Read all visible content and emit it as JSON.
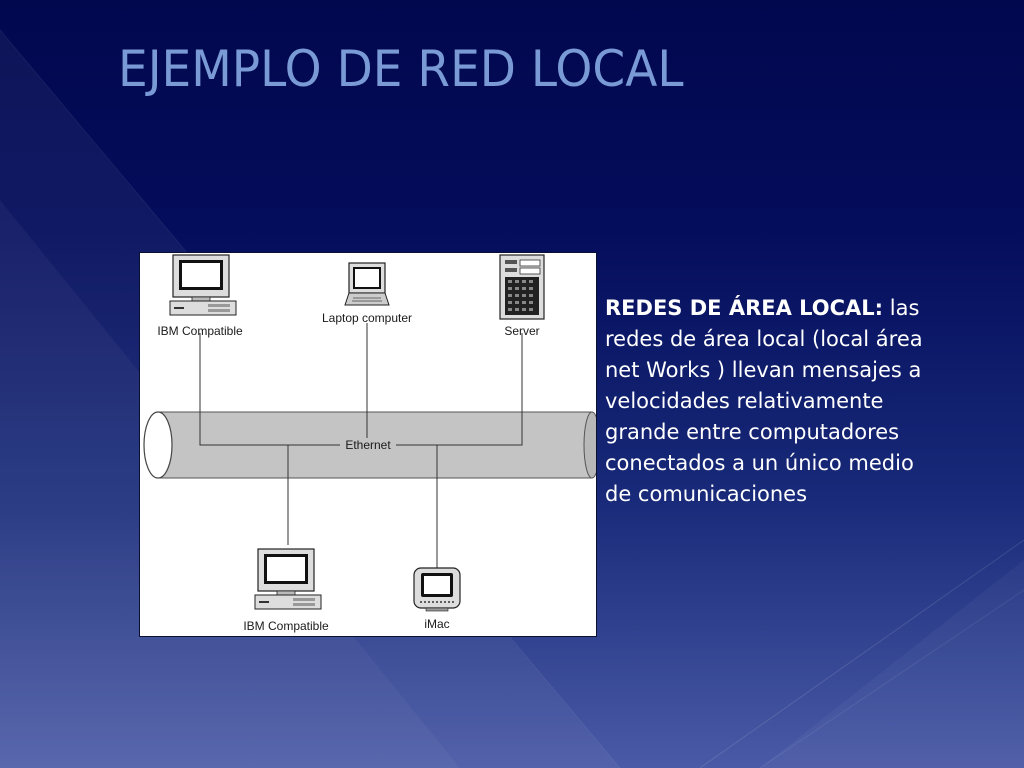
{
  "slide": {
    "title": "EJEMPLO DE RED LOCAL"
  },
  "diagram": {
    "nodes": {
      "ibm_top": "IBM Compatible",
      "laptop": "Laptop computer",
      "server": "Server",
      "ibm_bottom": "IBM Compatible",
      "imac": "iMac"
    },
    "bus_label": "Ethernet"
  },
  "body": {
    "term": "REDES DE ÁREA LOCAL:",
    "definition": "las redes de área local (local área net Works ) llevan mensajes a velocidades relativamente grande entre computadores conectados a un único medio de comunicaciones"
  },
  "colors": {
    "title": "#7a9ad6",
    "background_top": "#02084e",
    "background_bottom": "#4a5aa6",
    "bus_fill": "#c4c4c4"
  }
}
